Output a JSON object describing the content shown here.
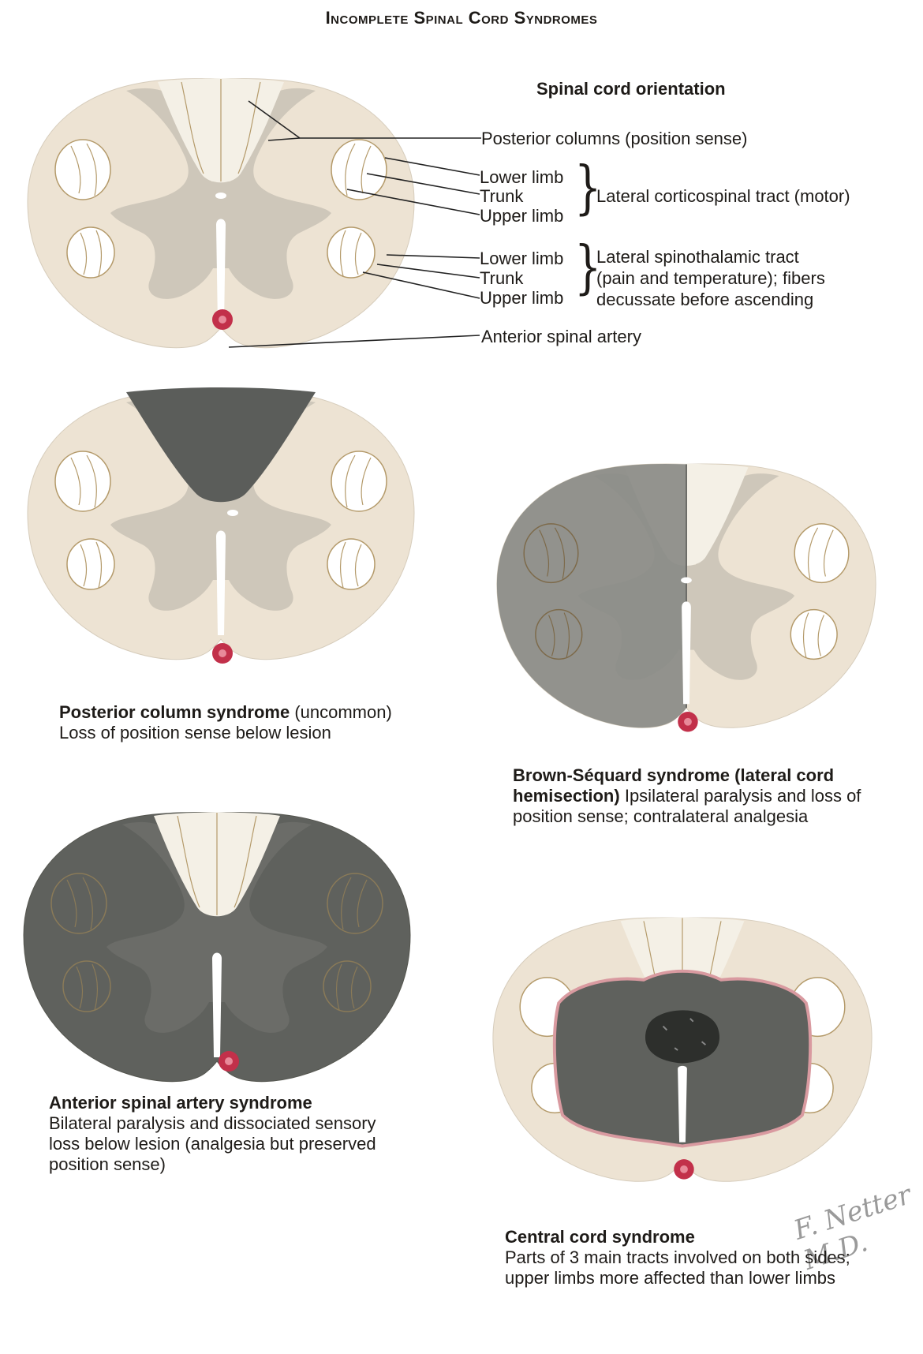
{
  "title": "Incomplete Spinal Cord Syndromes",
  "orientation": {
    "heading": "Spinal cord orientation",
    "posterior_columns": "Posterior columns (position sense)",
    "corticospinal": {
      "lower": "Lower limb",
      "trunk": "Trunk",
      "upper": "Upper limb",
      "label": "Lateral corticospinal tract (motor)"
    },
    "spinothalamic": {
      "lower": "Lower limb",
      "trunk": "Trunk",
      "upper": "Upper limb",
      "label_1": "Lateral spinothalamic tract",
      "label_2": "(pain and temperature); fibers",
      "label_3": "decussate before ascending"
    },
    "artery": "Anterior spinal artery"
  },
  "syndromes": {
    "posterior": {
      "name": "Posterior column syndrome",
      "note": "(uncommon)",
      "desc": "Loss of position sense below lesion"
    },
    "brown": {
      "name_1": "Brown-Séquard syndrome (lateral cord",
      "name_2": "hemisection)",
      "desc_1": "Ipsilateral paralysis and loss of",
      "desc_2": "position sense; contralateral analgesia"
    },
    "anterior": {
      "name": "Anterior spinal artery syndrome",
      "desc_1": "Bilateral paralysis and dissociated sensory",
      "desc_2": "loss below lesion (analgesia but preserved",
      "desc_3": "position sense)"
    },
    "central": {
      "name": "Central cord syndrome",
      "desc_1": "Parts of 3 main tracts involved on both sides;",
      "desc_2": "upper limbs more affected than lower limbs"
    }
  },
  "signature": "F. Netter M.D.",
  "colors": {
    "white_matter": "#ede3d3",
    "gray_matter": "#cec7ba",
    "column_light": "#f4f0e6",
    "lesion_dark": "#5b5d5a",
    "lesion_mid": "#8a8b87",
    "artery": "#c2304a",
    "tract_line": "#b49a6a"
  }
}
